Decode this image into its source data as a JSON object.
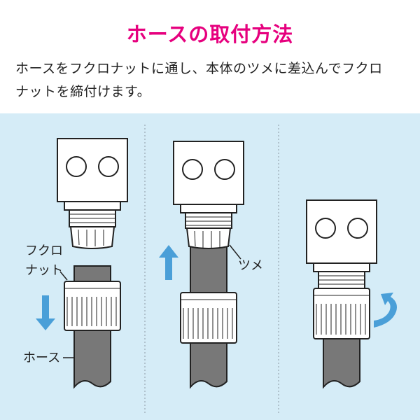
{
  "title": "ホースの取付方法",
  "description_line1": "ホースをフクロナットに通し、本体のツメに差込んでフクロ",
  "description_line2": "ナットを締付けます。",
  "labels": {
    "fukuro_nut_line1": "フクロ",
    "fukuro_nut_line2": "ナット",
    "hose": "ホース",
    "tsume": "ツメ"
  },
  "colors": {
    "title": "#e6007e",
    "panel_bg": "#d5ecf7",
    "arrow": "#4a9fd8",
    "hose": "#787878",
    "body": "#ffffff",
    "outline": "#222222"
  },
  "icons": [
    "down-arrow-icon",
    "up-arrow-icon",
    "rotate-arrow-icon"
  ]
}
